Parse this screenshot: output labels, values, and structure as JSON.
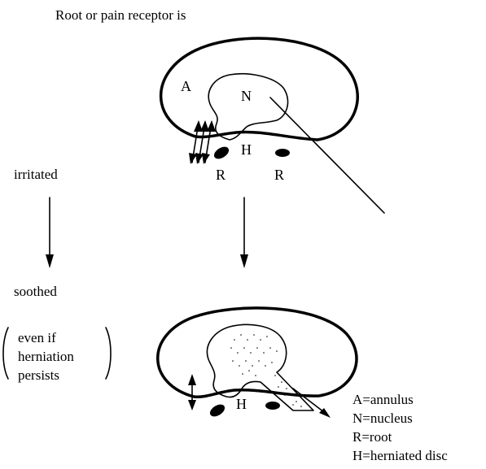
{
  "header": {
    "title": "Root or pain receptor is"
  },
  "states": {
    "irritated": "irritated",
    "soothed": "soothed"
  },
  "note": {
    "line1": "even if",
    "line2": "herniation",
    "line3": "persists"
  },
  "top_disc": {
    "annulus": "A",
    "nucleus": "N",
    "herniated": "H",
    "root_left": "R",
    "root_right": "R"
  },
  "bottom_disc": {
    "herniated": "H"
  },
  "legend": {
    "annulus": "A=annulus",
    "nucleus": "N=nucleus",
    "root": "R=root",
    "herniated": "H=herniated disc"
  }
}
